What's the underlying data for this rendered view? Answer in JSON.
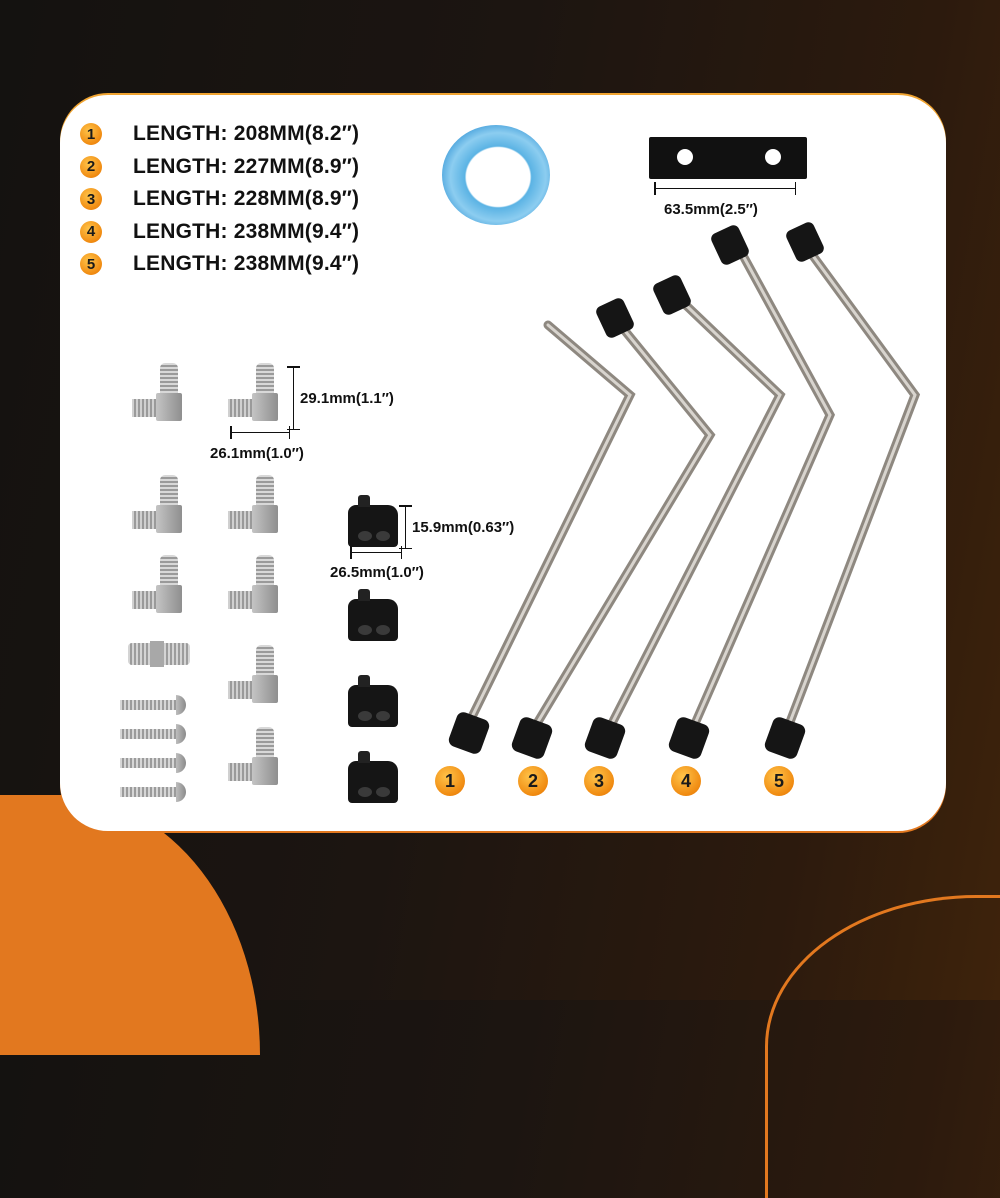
{
  "colors": {
    "accent": "#e2781f",
    "badge": "#f08a10",
    "card": "#ffffff",
    "background_dark": "#141210",
    "ring": "#5bb3e4"
  },
  "legend": [
    {
      "num": "1",
      "text": "LENGTH: 208MM(8.2″)"
    },
    {
      "num": "2",
      "text": "LENGTH: 227MM(8.9″)"
    },
    {
      "num": "3",
      "text": "LENGTH: 228MM(8.9″)"
    },
    {
      "num": "4",
      "text": "LENGTH: 238MM(9.4″)"
    },
    {
      "num": "5",
      "text": "LENGTH: 238MM(9.4″)"
    }
  ],
  "dimensions": {
    "mount_bar_width": "63.5mm(2.5″)",
    "elbow_height": "29.1mm(1.1″)",
    "elbow_width": "26.1mm(1.0″)",
    "block_height": "15.9mm(0.63″)",
    "block_width": "26.5mm(1.0″)"
  },
  "tube_labels": [
    "1",
    "2",
    "3",
    "4",
    "5"
  ],
  "parts": {
    "elbow_fittings": 8,
    "union_fitting": 1,
    "bolts": 4,
    "black_blocks": 4,
    "mount_bar": 1,
    "blue_ring": 1,
    "tubes": 5
  }
}
